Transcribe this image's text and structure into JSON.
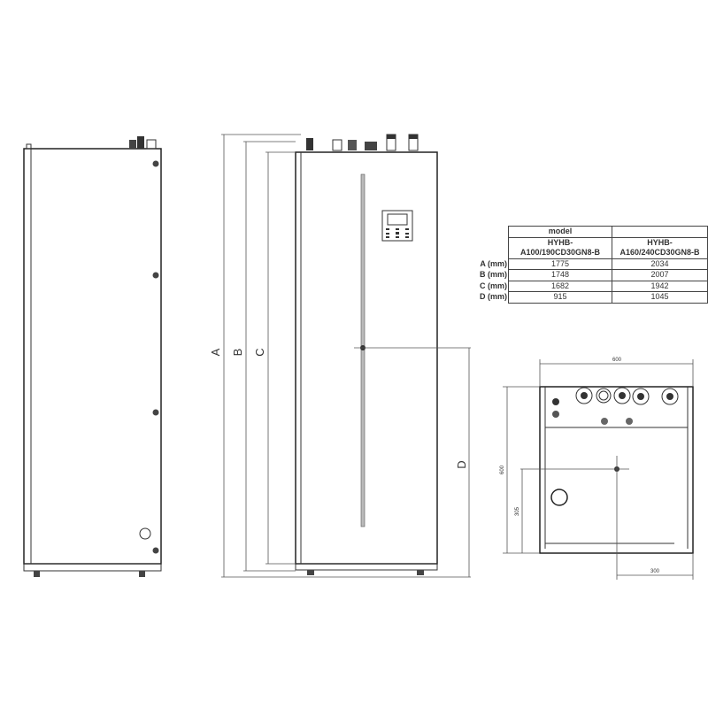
{
  "dimension_labels": {
    "A": "A",
    "B": "B",
    "C": "C",
    "D": "D"
  },
  "table": {
    "header": "model",
    "models": [
      "HYHB-\nA100/190CD30GN8-B",
      "HYHB-\nA160/240CD30GN8-B"
    ],
    "model_line1": [
      "HYHB-",
      "HYHB-"
    ],
    "model_line2": [
      "A100/190CD30GN8-B",
      "A160/240CD30GN8-B"
    ],
    "rows": [
      {
        "label": "A (mm)",
        "values": [
          "1775",
          "2034"
        ]
      },
      {
        "label": "B (mm)",
        "values": [
          "1748",
          "2007"
        ]
      },
      {
        "label": "C (mm)",
        "values": [
          "1682",
          "1942"
        ]
      },
      {
        "label": "D (mm)",
        "values": [
          "915",
          "1045"
        ]
      }
    ]
  },
  "top_view": {
    "width": "600",
    "depth": "600",
    "center_y": "305",
    "center_x": "300"
  }
}
